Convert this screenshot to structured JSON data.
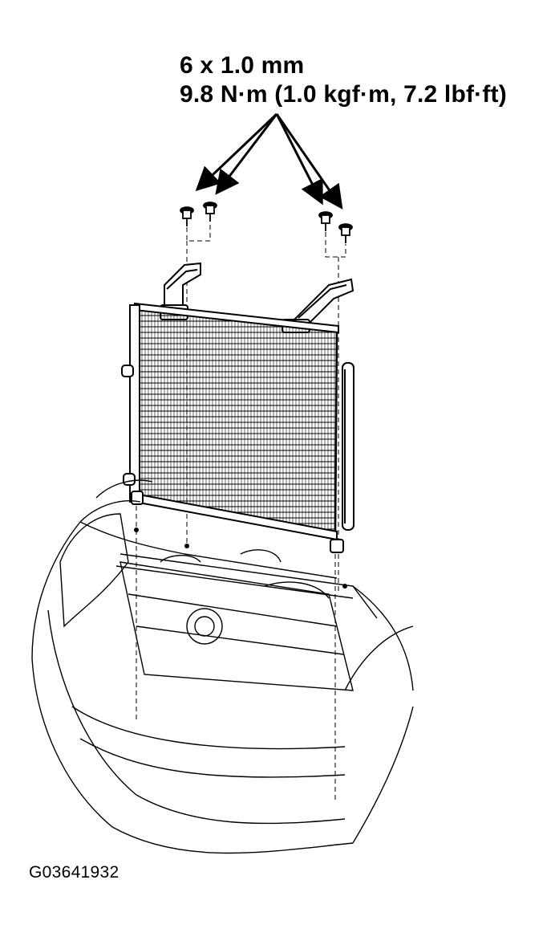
{
  "spec": {
    "bolt_size": "6 x 1.0 mm",
    "torque": "9.8 N·m (1.0 kgf·m, 7.2 lbf·ft)"
  },
  "figure_id": "G03641932"
}
